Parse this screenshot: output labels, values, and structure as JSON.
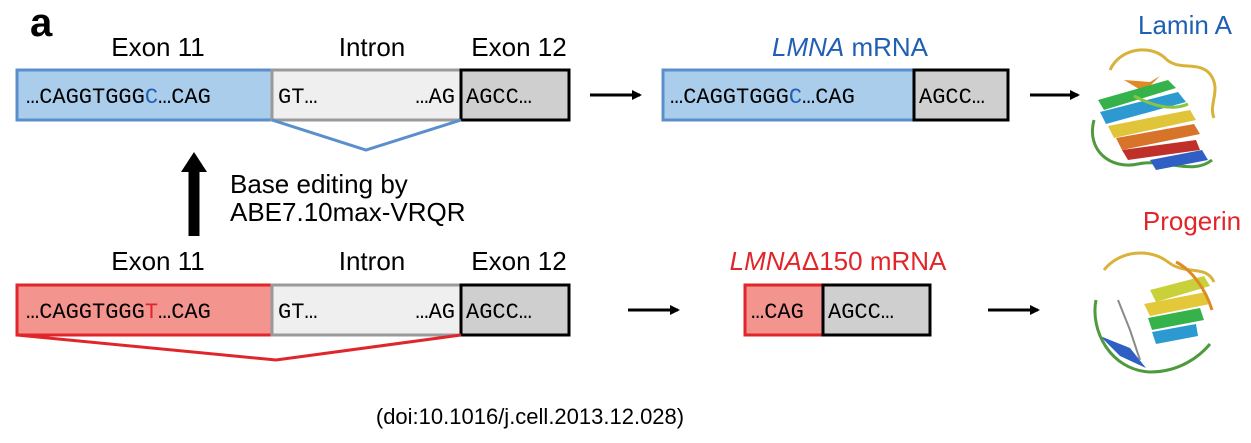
{
  "panel_label": "a",
  "colors": {
    "wt_fill": "#a9cdeb",
    "wt_border": "#5b8fcc",
    "wt_text_blue": "#1f5fb4",
    "mut_fill": "#f3948f",
    "mut_border": "#e0262a",
    "mut_text_red": "#e0262a",
    "intron_fill": "#efefef",
    "intron_border": "#9a9a9a",
    "exon12_fill": "#cfcfcf",
    "black": "#000000"
  },
  "top_row": {
    "label_exon11": "Exon 11",
    "label_intron": "Intron",
    "label_exon12": "Exon 12",
    "exon11_seq_prefix": "…CAGGTGGG",
    "exon11_seq_base": "C",
    "exon11_seq_suffix": "…CAG",
    "intron_seq_start": "GT…",
    "intron_seq_end": "…AG",
    "exon12_seq": "AGCC…"
  },
  "top_mrna": {
    "title_italic": "LMNA",
    "title_rest": " mRNA",
    "seq_prefix": "…CAGGTGGG",
    "seq_base": "C",
    "seq_suffix": "…CAG",
    "exon12_seq": "AGCC…"
  },
  "top_protein_label": "Lamin A",
  "editing": {
    "line1": "Base editing by",
    "line2": "ABE7.10max-VRQR"
  },
  "bottom_row": {
    "label_exon11": "Exon 11",
    "label_intron": "Intron",
    "label_exon12": "Exon 12",
    "exon11_seq_prefix": "…CAGGTGGG",
    "exon11_seq_base": "T",
    "exon11_seq_suffix": "…CAG",
    "intron_seq_start": "GT…",
    "intron_seq_end": "…AG",
    "exon12_seq": "AGCC…"
  },
  "bottom_mrna": {
    "title_italic": "LMNA",
    "title_rest": "Δ150 mRNA",
    "seq_left": "…CAG",
    "exon12_seq": "AGCC…"
  },
  "bottom_protein_label": "Progerin",
  "citation": "(doi:10.1016/j.cell.2013.12.028)"
}
